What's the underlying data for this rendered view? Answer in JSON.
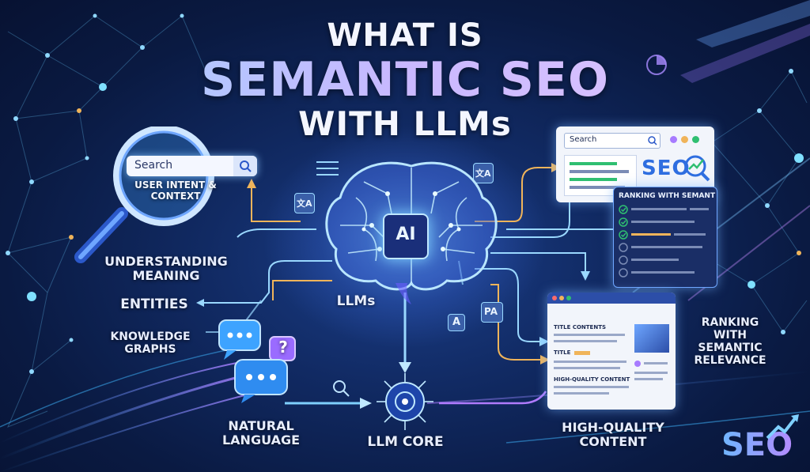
{
  "title": {
    "line1": "WHAT IS",
    "line2": "SEMANTIC SEO",
    "line3": "WITH LLMs"
  },
  "search_box": {
    "value": "Search",
    "caption": "USER INTENT & CONTEXT"
  },
  "left_labels": {
    "understanding": "UNDERSTANDING MEANING",
    "entities": "ENTITIES",
    "knowledge": "KNOWLEDGE GRAPHS",
    "natural": "NATURAL LANGUAGE"
  },
  "center": {
    "ai_chip": "AI",
    "llms_label": "LLMs",
    "core_label": "LLM CORE",
    "chat_question": "?",
    "translate_glyph_1": "文A",
    "translate_glyph_2": "文A",
    "letter_a": "A",
    "glyph_pa": "PA"
  },
  "serp_panel": {
    "search_value": "Search",
    "seo_text": "SEO",
    "ranking_title": "RANKING WITH SEMANT"
  },
  "content_panel": {
    "title_label": "TITLE CONTENTS",
    "title_short": "TITLE",
    "quality_label": "HIGH-QUALITY CONTENT"
  },
  "right_labels": {
    "ranking": "RANKING WITH SEMANTIC RELEVANCE",
    "content": "HIGH-QUALITY CONTENT"
  },
  "corner_logo": "SEO",
  "colors": {
    "accent_blue": "#4db8ff",
    "accent_purple": "#a77bff",
    "accent_orange": "#f0b45a",
    "check_green": "#2fbf71"
  }
}
